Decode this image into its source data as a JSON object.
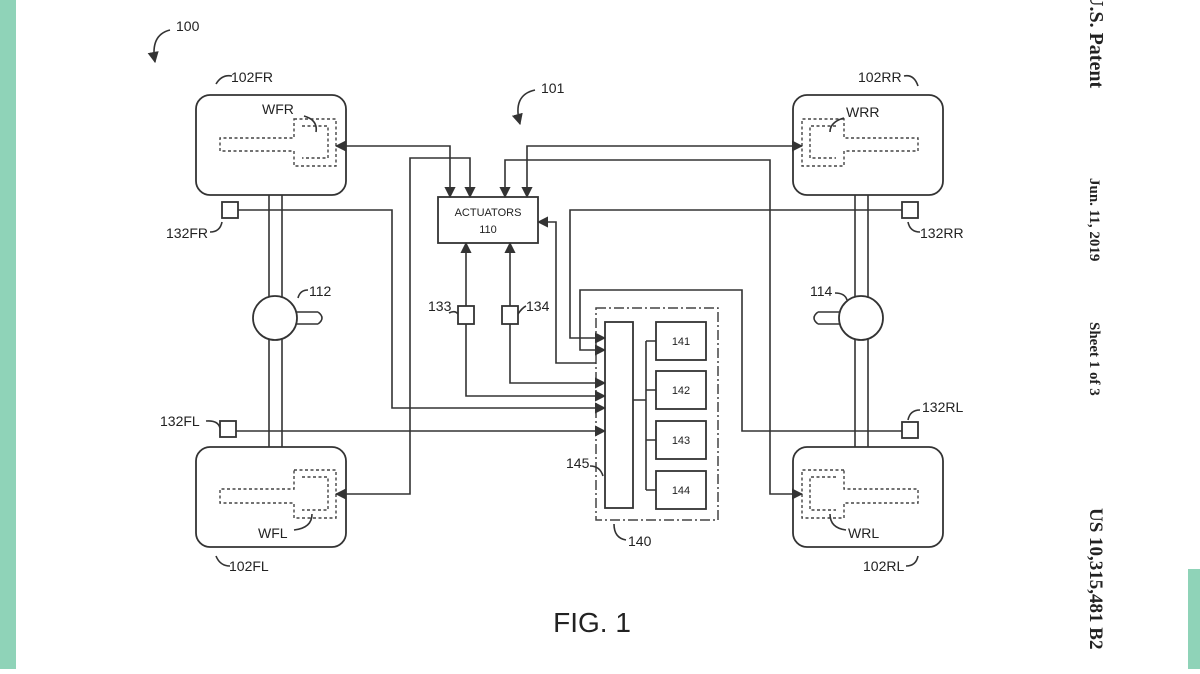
{
  "colors": {
    "accent": "#8fd3b8",
    "line": "#333333"
  },
  "figure": {
    "title": "FIG. 1",
    "refs": {
      "system": "100",
      "controller_system": "101",
      "actuators_name": "ACTUATORS",
      "actuators_num": "110",
      "diff_front": "112",
      "diff_rear": "114",
      "sensor_133": "133",
      "sensor_134": "134",
      "controller": "140",
      "bus": "145",
      "m141": "141",
      "m142": "142",
      "m143": "143",
      "m144": "144"
    },
    "wheels": {
      "fr": {
        "label": "WFR",
        "ref": "102FR",
        "sensor": "132FR"
      },
      "rr": {
        "label": "WRR",
        "ref": "102RR",
        "sensor": "132RR"
      },
      "fl": {
        "label": "WFL",
        "ref": "102FL",
        "sensor": "132FL"
      },
      "rl": {
        "label": "WRL",
        "ref": "102RL",
        "sensor": "132RL"
      }
    }
  },
  "sidebar": {
    "publisher": "U.S. Patent",
    "date": "Jun. 11, 2019",
    "sheet": "Sheet 1 of 3",
    "number": "US 10,315,481 B2"
  }
}
